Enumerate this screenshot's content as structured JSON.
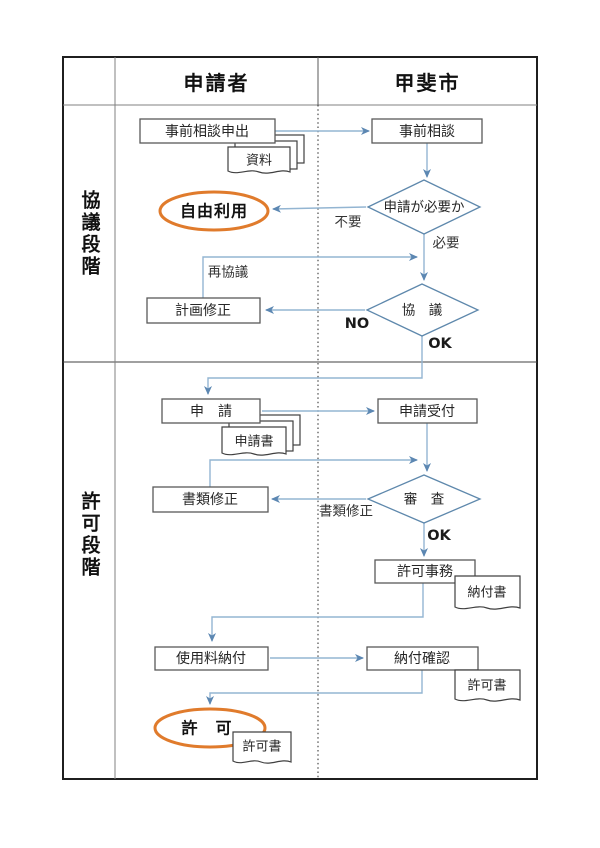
{
  "header": {
    "applicant": "申請者",
    "city": "甲斐市"
  },
  "sections": {
    "phase1": "協議段階",
    "phase2": "許可段階"
  },
  "flow": {
    "pre_consult_request": "事前相談申出",
    "materials_doc": "資料",
    "pre_consult": "事前相談",
    "need_check": "申請が必要か",
    "free_use": "自由利用",
    "label_not_needed": "不要",
    "label_needed": "必要",
    "label_reconsult": "再協議",
    "consult": "協　議",
    "plan_fix": "計画修正",
    "label_no": "NO",
    "label_ok1": "OK",
    "apply": "申　請",
    "apply_doc": "申請書",
    "apply_accept": "申請受付",
    "review": "審　査",
    "doc_fix": "書類修正",
    "label_doc_fix": "書類修正",
    "label_ok2": "OK",
    "permit_office": "許可事務",
    "payment_slip_doc": "納付書",
    "fee_payment": "使用料納付",
    "payment_confirm": "納付確認",
    "permit_doc_city": "許可書",
    "permit": "許　可",
    "permit_doc_applicant": "許可書"
  },
  "colors": {
    "accent_orange": "#E07B2C",
    "arrow_blue": "#93B5D2",
    "arrowhead_blue": "#5C87B2",
    "diamond_blue": "#5E88AC",
    "box_border": "#595959",
    "table_border": "#1F1F1F"
  }
}
